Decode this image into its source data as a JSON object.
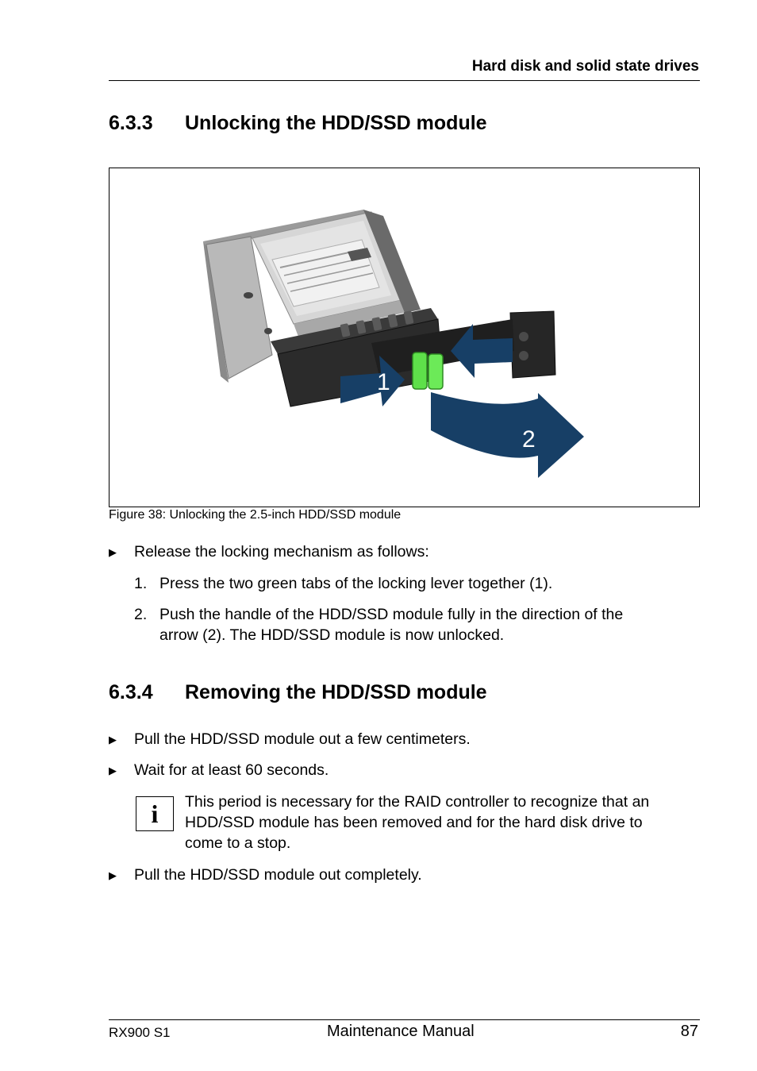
{
  "header": {
    "title": "Hard disk and solid state drives"
  },
  "section1": {
    "number": "6.3.3",
    "title": "Unlocking the HDD/SSD module"
  },
  "figure": {
    "callout1": "1",
    "callout2": "2",
    "caption": "Figure 38: Unlocking the 2.5-inch HDD/SSD module",
    "colors": {
      "arrow": "#173f66",
      "tab": "#5ee04a",
      "drive": "#cfcfcf",
      "carrier": "#2b2b2b"
    }
  },
  "steps": {
    "intro": "Release the locking mechanism as follows:",
    "items": [
      {
        "num": "1.",
        "line1": "Press the two green tabs of the locking lever together (1).",
        "line2": ""
      },
      {
        "num": "2.",
        "line1": "Push the handle of the HDD/SSD module fully in the direction of the",
        "line2": "arrow (2). The HDD/SSD module is now unlocked."
      }
    ]
  },
  "section2": {
    "number": "6.3.4",
    "title": "Removing the HDD/SSD module"
  },
  "removal": {
    "bullet1": "Pull the HDD/SSD module out a few centimeters.",
    "bullet2": "Wait for at least 60 seconds.",
    "info_icon": "i",
    "info_lines": [
      "This period is necessary for the RAID controller to recognize that an",
      "HDD/SSD module has been removed and for the hard disk drive to",
      "come to a stop."
    ],
    "bullet3": "Pull the HDD/SSD module out completely."
  },
  "footer": {
    "left": "RX900 S1",
    "center": "Maintenance Manual",
    "page": "87"
  }
}
